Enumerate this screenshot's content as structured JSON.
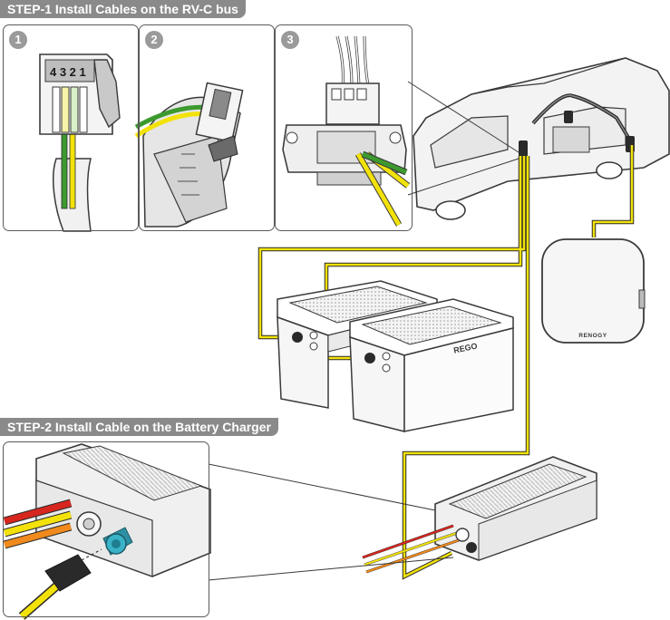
{
  "step1": {
    "title": "STEP-1 Install Cables on the RV-C bus"
  },
  "step2": {
    "title": "STEP-2 Install Cable on the Battery Charger"
  },
  "sub_steps": [
    "1",
    "2",
    "3"
  ],
  "connector_pins": "4 3 2 1",
  "battery_brand": "REGO",
  "hub_brand": "RENOGY",
  "colors": {
    "cable_yellow": "#f2e20a",
    "cable_green": "#3c9a2e",
    "cable_red": "#d7261e",
    "cable_orange": "#f08a1c",
    "connector_teal": "#3ab3c9",
    "outline": "#3a3a3a",
    "title_bar": "#8a8a8a"
  }
}
